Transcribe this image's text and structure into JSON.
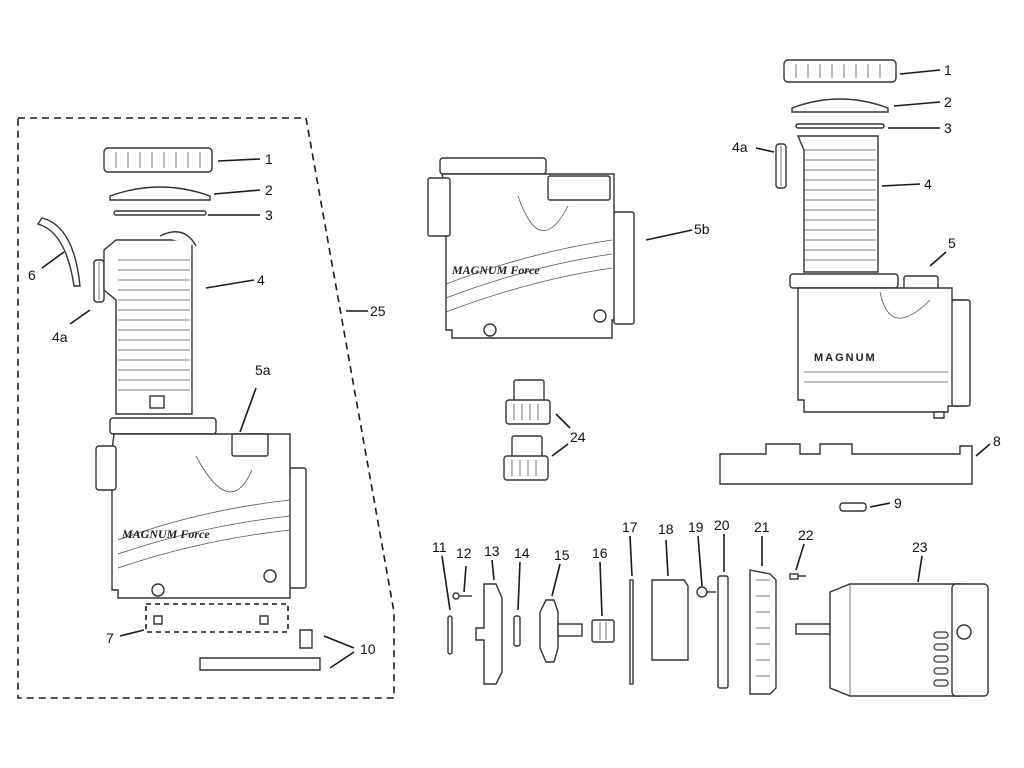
{
  "labels": {
    "l1": "1",
    "l2": "2",
    "l3": "3",
    "l4": "4",
    "l4a": "4a",
    "l6": "6",
    "l25": "25",
    "l5a": "5a",
    "l7": "7",
    "l10": "10",
    "l5b": "5b",
    "l24": "24",
    "r1": "1",
    "r2": "2",
    "r3": "3",
    "r4a": "4a",
    "r4": "4",
    "r5": "5",
    "r8": "8",
    "r9": "9",
    "b11": "11",
    "b12": "12",
    "b13": "13",
    "b14": "14",
    "b15": "15",
    "b16": "16",
    "b17": "17",
    "b18": "18",
    "b19": "19",
    "b20": "20",
    "b21": "21",
    "b22": "22",
    "b23": "23"
  },
  "brand": {
    "left_pump": "MAGNUM Force",
    "center_pump": "MAGNUM Force",
    "right_pump": "MAGNUM"
  }
}
